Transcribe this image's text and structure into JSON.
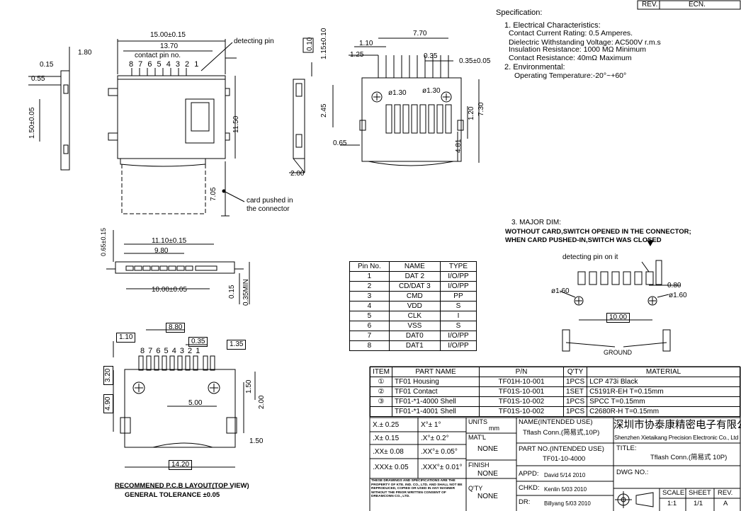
{
  "revision_block": {
    "rev_label": "REV.",
    "ecn_label": "ECN."
  },
  "spec": {
    "title": "Specification:",
    "s1": "1. Electrical Characteristics:",
    "l1": "Contact Current Rating: 0.5 Amperes.",
    "l2": "Dielectric Withstanding Voltage: AC500V r.m.s",
    "l3": "Insulation Resistance: 1000 MΩ Minimum",
    "l4": "Contact Resistance: 40mΩ Maximum",
    "s2": "2. Environmental:",
    "l5": "Operating   Temperature:-20°~+60°"
  },
  "top_view": {
    "d_15": "15.00±0.15",
    "d_1370": "13.70",
    "d_180": "1.80",
    "d_015": "0.15",
    "d_055": "0.55",
    "d_150": "1.50±0.05",
    "d_1150": "11.50",
    "d_705": "7.05",
    "detecting_pin": "detecting pin",
    "contact_pin_no": "contact pin no.",
    "pin_numbers": "8 7 6 5 4 3 2 1",
    "card_pushed_1": "card pushed in",
    "card_pushed_2": "the connector"
  },
  "side_view": {
    "d_115": "1.15±0.10",
    "d_010": "0.10",
    "d_245": "2.45",
    "d_200": "2.00"
  },
  "front_view": {
    "d_770": "7.70",
    "d_110": "1.10",
    "d_125": "1.25",
    "d_035": "0.35",
    "d_035b": "0.35±0.05",
    "d_130a": "ø1.30",
    "d_130b": "ø1.30",
    "d_730": "7.30",
    "d_120": "1.20",
    "d_481": "4.81",
    "d_065": "0.65"
  },
  "bottom_view": {
    "d_065": "0.65±0.15",
    "d_1110": "11.10±0.15",
    "d_980": "9.80",
    "d_1000": "10.00±0.05",
    "d_015": "0.15",
    "d_035min": "0.35MIN"
  },
  "pcb": {
    "d_110": "1.10",
    "d_880": "8.80",
    "d_035": "0.35",
    "d_135": "1.35",
    "pin_numbers": "8 7 6 5 4 3 2 1",
    "d_320": "3.20",
    "d_150": "1.50",
    "d_490": "4.90",
    "d_500": "5.00",
    "d_200": "2.00",
    "d_150b": "1.50",
    "d_1420": "14.20",
    "title": "RECOMMENED P.C.B LAYOUT(TOP VIEW)",
    "tolerance": "GENERAL TOLERANCE ±0.05"
  },
  "pin_table": {
    "headers": [
      "Pin No.",
      "NAME",
      "TYPE"
    ],
    "rows": [
      [
        "1",
        "DAT 2",
        "I/O/PP"
      ],
      [
        "2",
        "CD/DAT 3",
        "I/O/PP"
      ],
      [
        "3",
        "CMD",
        "PP"
      ],
      [
        "4",
        "VDD",
        "S"
      ],
      [
        "5",
        "CLK",
        "I"
      ],
      [
        "6",
        "VSS",
        "S"
      ],
      [
        "7",
        "DAT0",
        "I/O/PP"
      ],
      [
        "8",
        "DAT1",
        "I/O/PP"
      ]
    ]
  },
  "major_dim": {
    "title": "3. MAJOR DIM:",
    "l1": "WOTHOUT CARD,SWITCH OPENED IN THE CONNECTOR;",
    "l2": "WHEN CARD PUSHED-IN,SWITCH WAS CLOSED",
    "detecting": "detecting pin on it",
    "d_160a": "ø1.60",
    "d_160b": "ø1.60",
    "d_080": "0.80",
    "d_1000": "10.00",
    "ground": "GROUND"
  },
  "parts": {
    "headers": [
      "ITEM",
      "PART NAME",
      "P/N",
      "Q'TY",
      "MATERIAL"
    ],
    "rows": [
      [
        "①",
        "TF01 Housing",
        "TF01H-10-001",
        "1PCS",
        "LCP 473i Black"
      ],
      [
        "②",
        "TF01 Contact",
        "TF01S-10-001",
        "1SET",
        "C5191R-EH T=0.15mm"
      ],
      [
        "③",
        "TF01-*1-4000 Shell",
        "TF01S-10-002",
        "1PCS",
        "SPCC T=0.15mm"
      ],
      [
        "",
        "TF01-*1-4001 Shell",
        "TF01S-10-002",
        "1PCS",
        "C2680R-H T=0.15mm"
      ]
    ]
  },
  "title_block": {
    "tol1": "X.± 0.25",
    "tol1a": "X°± 1°",
    "tol2": ".X± 0.15",
    "tol2a": ".X°± 0.2°",
    "tol3": ".XX± 0.08",
    "tol3a": ".XX°± 0.05°",
    "tol4": ".XXX± 0.05",
    "tol4a": ".XXX°± 0.01°",
    "units_label": "UNITS",
    "units": "mm",
    "matl_label": "MAT'L",
    "matl": "NONE",
    "finish_label": "FINISH",
    "finish": "NONE",
    "qty_label": "Q'TY",
    "qty": "NONE",
    "notice": "THESE DRAWINGS AND SPECIFICATIONS ARE THE PROPERTY OF KTE. IND. CO., LTD. AND SHALL NOT BE REPRODUCED, COPIED OR USED IN ANY MANNER WITHOUT THE PRIOR WRITTEN CONSENT OF DREAMCONN CO., LTD.",
    "name_label": "NAME(INTENDED USE)",
    "name": "Tflash Conn.(简易式,10P)",
    "partno_label": "PART NO.(INTENDED USE)",
    "partno": "TF01-10-4000",
    "appd": "APPD:",
    "appd_val": "David  5/14 2010",
    "chkd": "CHKD:",
    "chkd_val": "Kenlin 5/03 2010",
    "dr": "DR:",
    "dr_val": "Billyang 5/03 2010",
    "company_cn": "深圳市协泰康精密电子有限公司",
    "company_en": "Shenzhen Xietaikang Precision Electronic Co., Ltd",
    "title_label": "TITLE:",
    "title": "Tflash Conn.(简易式 10P)",
    "dwg_label": "DWG NO.:",
    "scale_label": "SCALE",
    "scale": "1:1",
    "sheet_label": "SHEET",
    "sheet": "1/1",
    "rev_label": "REV.",
    "rev": "A"
  }
}
